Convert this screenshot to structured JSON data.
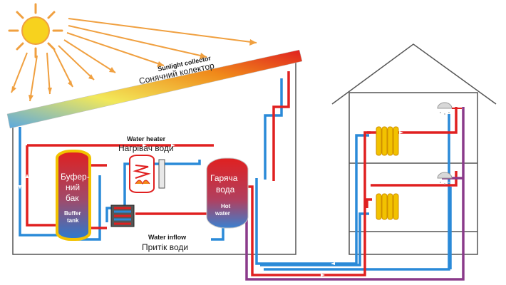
{
  "collector": {
    "label_en": "Sunlight collector",
    "label_uk": "Сонячний колектор"
  },
  "water_heater": {
    "label_en": "Water heater",
    "label_uk": "Нагрівач води"
  },
  "buffer_tank": {
    "label_uk_lines": [
      "Буфер-",
      "ний",
      "бак"
    ],
    "label_en_lines": [
      "Buffer",
      "tank"
    ]
  },
  "hot_water_tank": {
    "label_uk_lines": [
      "Гаряча",
      "вода"
    ],
    "label_en_lines": [
      "Hot",
      "water"
    ]
  },
  "water_inflow": {
    "label_en": "Water inflow",
    "label_uk": "Притік води"
  },
  "colors": {
    "hot_pipe": "#e02020",
    "cold_pipe": "#2a8ad8",
    "return_pipe": "#8a3a8a",
    "sun": "#f7d21e",
    "sun_rays": "#f0a040",
    "radiator": "#f2c200"
  }
}
